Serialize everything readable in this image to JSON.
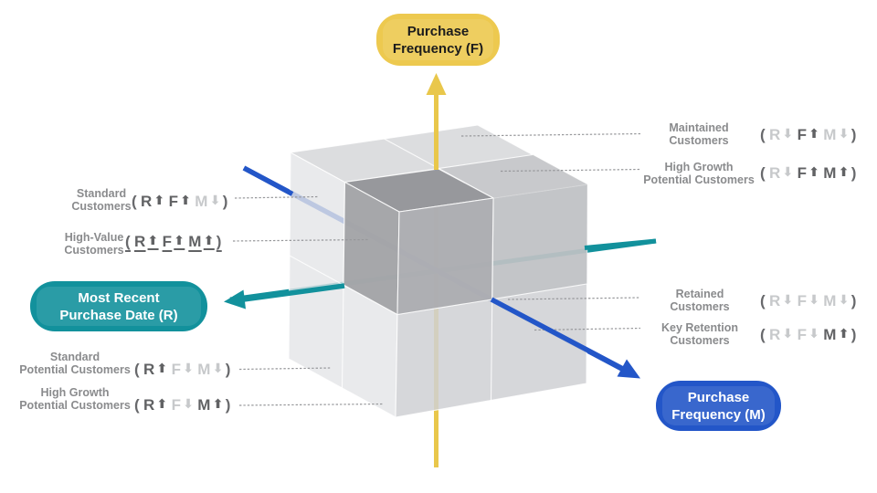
{
  "colors": {
    "f_yellow": "#E9C74B",
    "r_teal": "#12919C",
    "m_blue": "#2356C8",
    "emphasis_text": "#616264",
    "muted_text": "#C7C9CB",
    "name_text": "#8A8B8D"
  },
  "icons": {
    "up": "⬆",
    "down": "⬇"
  },
  "axis_pills": {
    "f": {
      "line1": "Purchase",
      "line2": "Frequency (F)"
    },
    "r": {
      "line1": "Most Recent",
      "line2": "Purchase Date (R)"
    },
    "m": {
      "line1": "Purchase",
      "line2": "Frequency (M)"
    }
  },
  "segments": [
    {
      "id": "maintained",
      "line1": "Maintained",
      "line2": "Customers",
      "underline": false,
      "rfm": [
        {
          "k": "R",
          "dir": "down",
          "hi": false
        },
        {
          "k": "F",
          "dir": "up",
          "hi": true
        },
        {
          "k": "M",
          "dir": "down",
          "hi": false
        }
      ]
    },
    {
      "id": "high-growth-top-right",
      "line1": "High Growth",
      "line2": "Potential Customers",
      "underline": false,
      "rfm": [
        {
          "k": "R",
          "dir": "down",
          "hi": false
        },
        {
          "k": "F",
          "dir": "up",
          "hi": true
        },
        {
          "k": "M",
          "dir": "up",
          "hi": true
        }
      ]
    },
    {
      "id": "standard",
      "line1": "Standard",
      "line2": "Customers",
      "underline": false,
      "rfm": [
        {
          "k": "R",
          "dir": "up",
          "hi": true
        },
        {
          "k": "F",
          "dir": "up",
          "hi": true
        },
        {
          "k": "M",
          "dir": "down",
          "hi": false
        }
      ]
    },
    {
      "id": "high-value",
      "line1": "High-Value",
      "line2": "Customers",
      "underline": true,
      "rfm": [
        {
          "k": "R",
          "dir": "up",
          "hi": true
        },
        {
          "k": "F",
          "dir": "up",
          "hi": true
        },
        {
          "k": "M",
          "dir": "up",
          "hi": true
        }
      ]
    },
    {
      "id": "retained",
      "line1": "Retained",
      "line2": "Customers",
      "underline": false,
      "rfm": [
        {
          "k": "R",
          "dir": "down",
          "hi": false
        },
        {
          "k": "F",
          "dir": "down",
          "hi": false
        },
        {
          "k": "M",
          "dir": "down",
          "hi": false
        }
      ]
    },
    {
      "id": "key-retention",
      "line1": "Key Retention",
      "line2": "Customers",
      "underline": false,
      "rfm": [
        {
          "k": "R",
          "dir": "down",
          "hi": false
        },
        {
          "k": "F",
          "dir": "down",
          "hi": false
        },
        {
          "k": "M",
          "dir": "up",
          "hi": true
        }
      ]
    },
    {
      "id": "standard-potential",
      "line1": "Standard",
      "line2": "Potential Customers",
      "underline": false,
      "rfm": [
        {
          "k": "R",
          "dir": "up",
          "hi": true
        },
        {
          "k": "F",
          "dir": "down",
          "hi": false
        },
        {
          "k": "M",
          "dir": "down",
          "hi": false
        }
      ]
    },
    {
      "id": "high-growth-bottom-left",
      "line1": "High Growth",
      "line2": "Potential Customers",
      "underline": false,
      "rfm": [
        {
          "k": "R",
          "dir": "up",
          "hi": true
        },
        {
          "k": "F",
          "dir": "down",
          "hi": false
        },
        {
          "k": "M",
          "dir": "up",
          "hi": true
        }
      ]
    }
  ]
}
